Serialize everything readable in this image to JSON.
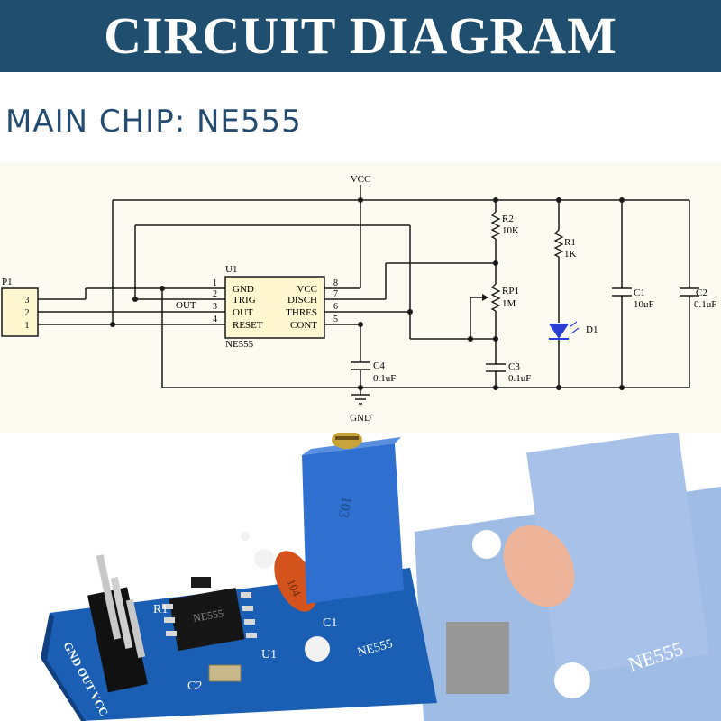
{
  "banner": {
    "title": "CIRCUIT DIAGRAM"
  },
  "subtitle": "MAIN CHIP: NE555",
  "colors": {
    "banner": "#1f4e6e",
    "subtitle": "#244c70",
    "wire": "#1a1a1a",
    "pcb": "#1a5fb4",
    "led": "#2a3fd6"
  },
  "schematic": {
    "vcc_label": "VCC",
    "gnd_label": "GND",
    "connector": {
      "ref": "P1",
      "pins": [
        "3",
        "2",
        "1"
      ]
    },
    "chip": {
      "ref": "U1",
      "part": "NE555",
      "left_pins": [
        {
          "num": "1",
          "name": "GND"
        },
        {
          "num": "2",
          "name": "TRIG"
        },
        {
          "num": "3",
          "name": "OUT"
        },
        {
          "num": "4",
          "name": "RESET"
        }
      ],
      "right_pins": [
        {
          "num": "8",
          "name": "VCC"
        },
        {
          "num": "7",
          "name": "DISCH"
        },
        {
          "num": "6",
          "name": "THRES"
        },
        {
          "num": "5",
          "name": "CONT"
        }
      ]
    },
    "out_label": "OUT",
    "components": {
      "r2": {
        "ref": "R2",
        "value": "10K"
      },
      "r1": {
        "ref": "R1",
        "value": "1K"
      },
      "rp1": {
        "ref": "RP1",
        "value": "1M"
      },
      "c1": {
        "ref": "C1",
        "value": "10uF"
      },
      "c2": {
        "ref": "C2",
        "value": "0.1uF"
      },
      "c3": {
        "ref": "C3",
        "value": "0.1uF"
      },
      "c4": {
        "ref": "C4",
        "value": "0.1uF"
      },
      "d1": {
        "ref": "D1"
      }
    }
  },
  "board": {
    "pin_labels": "GND OUT VCC",
    "silkscreen": [
      "R1",
      "C2",
      "U1",
      "C1",
      "NE555"
    ],
    "ic_marking": "NE555",
    "cap_marking": "104",
    "pot_marking": "103"
  }
}
